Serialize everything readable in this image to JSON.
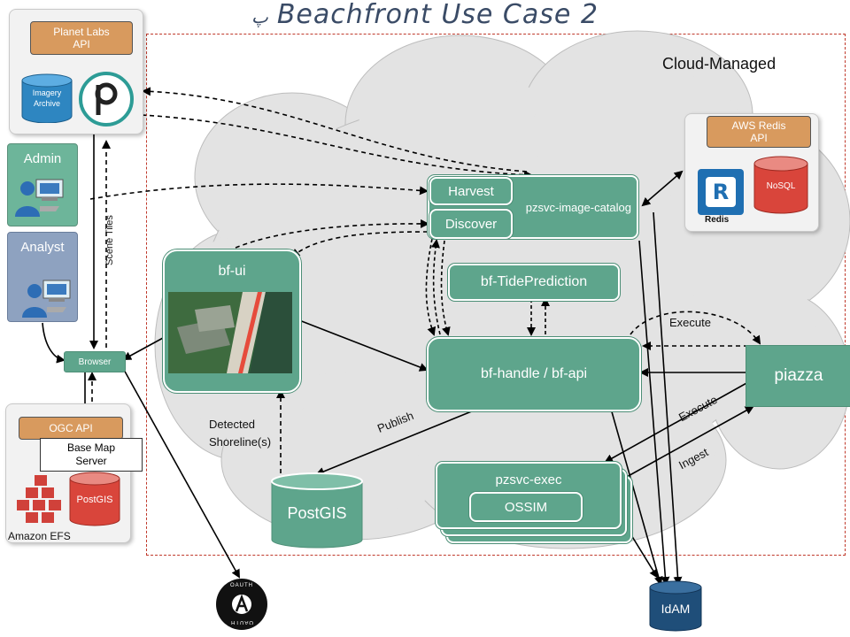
{
  "title": {
    "glyph": "پ",
    "text": "Beachfront Use Case 2"
  },
  "cloud": {
    "label": "Cloud-Managed"
  },
  "planet": {
    "api_label": "Planet Labs\nAPI",
    "archive_label": "Imagery\nArchive"
  },
  "aws_redis": {
    "api_label": "AWS Redis\nAPI",
    "redis_label": "Redis",
    "nosql_label": "NoSQL"
  },
  "actors": {
    "admin": "Admin",
    "analyst": "Analyst"
  },
  "browser": {
    "label": "Browser"
  },
  "ogc": {
    "api_label": "OGC API",
    "basemap_label": "Base Map\nServer",
    "postgis_label": "PostGIS",
    "efs_label": "Amazon EFS"
  },
  "catalog": {
    "harvest": "Harvest",
    "discover": "Discover",
    "name": "pzsvc-image-catalog"
  },
  "tide": {
    "label": "bf-TidePrediction"
  },
  "bfui": {
    "label": "bf-ui"
  },
  "bfhandle": {
    "label": "bf-handle / bf-api"
  },
  "piazza": {
    "label": "piazza"
  },
  "exec": {
    "label": "pzsvc-exec",
    "ossim": "OSSIM"
  },
  "postgis_main": {
    "label": "PostGIS"
  },
  "idam": {
    "label": "IdAM"
  },
  "oauth": {
    "top": "OAUTH",
    "bottom": "OAUTH"
  },
  "edges": {
    "scene_tiles": "Scene Tiles",
    "detected": "Detected\nShoreline(s)",
    "publish": "Publish",
    "execute_top": "Execute",
    "execute_side": "Execute",
    "ingest": "Ingest"
  },
  "colors": {
    "green": "#5ea58c",
    "orange": "#d89a5e",
    "red": "#d9453b",
    "blue": "#2e86c1",
    "dark_blue": "#1f4e79",
    "cloud": "#e6e6e6"
  }
}
